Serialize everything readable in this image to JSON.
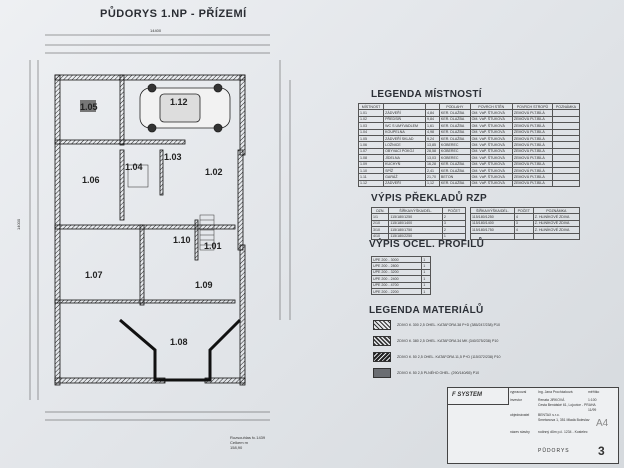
{
  "plan": {
    "title": "PŮDORYS 1.NP - PŘÍZEMÍ",
    "rooms": [
      {
        "id": "1.05"
      },
      {
        "id": "1.12"
      },
      {
        "id": "1.03"
      },
      {
        "id": "1.04"
      },
      {
        "id": "1.06"
      },
      {
        "id": "1.02"
      },
      {
        "id": "1.10"
      },
      {
        "id": "1.01"
      },
      {
        "id": "1.07"
      },
      {
        "id": "1.09"
      },
      {
        "id": "1.08"
      }
    ],
    "dims": {
      "top_overall": "14400",
      "left_overall": "14000"
    },
    "stamp_text": "Rozsouhlas fc.1439",
    "stamp_sub": "Celkem m",
    "stamp_num": "158,90"
  },
  "legend_rooms": {
    "heading": "LEGENDA MÍSTNOSTÍ",
    "columns": [
      "MÍSTNOST",
      "",
      "PODLAHY",
      "POVRCH STĚN",
      "POVRCH STROPŮ",
      "POZNÁMKA"
    ],
    "rows": [
      [
        "1.01",
        "ZÁDVEŘÍ",
        "4,84",
        "KER. DLAŽBA",
        "OM. VáP. ŠTUKOVÁ",
        "ZEMOVÁ PLT.BÍLÁ",
        ""
      ],
      [
        "1.02",
        "PŘEDSÍŇ",
        "9,84",
        "KER. DLAŽBA",
        "OM. VáP. ŠTUKOVÁ",
        "ZEMOVÁ PLT.BÍLÁ",
        ""
      ],
      [
        "1.03",
        "WC S UMÝVADLEM",
        "1,61",
        "KER. DLAŽBA",
        "OM. VáP. ŠTUKOVÁ",
        "ZEMOVÁ PLT.BÍLÁ",
        ""
      ],
      [
        "1.04",
        "KOUPELNA",
        "4,98",
        "KER. DLAŽBA",
        "OM. VáP. ŠTUKOVÁ",
        "ZEMOVÁ PLT.BÍLÁ",
        ""
      ],
      [
        "1.05",
        "ZÁDVEŘÍ SKLAD",
        "9,24",
        "KER. DLAŽBA",
        "OM. VáP. ŠTUKOVÁ",
        "ZEMOVÁ PLT.BÍLÁ",
        ""
      ],
      [
        "1.06",
        "LOŽNICE",
        "13,85",
        "KOBEREC",
        "OM. VáP. ŠTUKOVÁ",
        "ZEMOVÁ PLT.BÍLÁ",
        ""
      ],
      [
        "1.07",
        "OBÝVACÍ POKOJ",
        "28,58",
        "KOBEREC",
        "OM. VáP. ŠTUKOVÁ",
        "ZEMOVÁ PLT.BÍLÁ",
        ""
      ],
      [
        "1.08",
        "JÍDELNA",
        "13,03",
        "KOBEREC",
        "OM. VáP. ŠTUKOVÁ",
        "ZEMOVÁ PLT.BÍLÁ",
        ""
      ],
      [
        "1.09",
        "KUCHYŇ",
        "16,28",
        "KER. DLAŽBA",
        "OM. VáP. ŠTUKOVÁ",
        "ZEMOVÁ PLT.BÍLÁ",
        ""
      ],
      [
        "1.10",
        "SPÍŽ",
        "2,41",
        "KER. DLAŽBA",
        "OM. VáP. ŠTUKOVÁ",
        "ZEMOVÁ PLT.BÍLÁ",
        ""
      ],
      [
        "1.11",
        "GARÁŽ",
        "21,70",
        "BETON",
        "OM. VáP. ŠTUKOVÁ",
        "ZEMOVÁ PLT.BÍLÁ",
        ""
      ],
      [
        "1.12",
        "ZÁDVEŘÍ",
        "1,12",
        "KER. DLAŽBA",
        "OM. VáP. ŠTUKOVÁ",
        "ZEMOVÁ PLT.BÍLÁ",
        ""
      ]
    ]
  },
  "lintels": {
    "heading": "VÝPIS PŘEKLADŮ RZP",
    "left_cols": [
      "OZN.",
      "ŠÍŘKA/VÝŠKA/DÉL.",
      "POČET"
    ],
    "left_rows": [
      [
        "1/1",
        "115/180/1250",
        "2"
      ],
      [
        "2/10",
        "115/180/1400",
        "3"
      ],
      [
        "3/10",
        "115/180/1750",
        "2"
      ],
      [
        "4/10",
        "115/180/2250",
        "1"
      ]
    ],
    "right_cols": [
      "ŠÍŘKA/VÝŠKA/DÉL.",
      "POČET",
      "POZNÁMKA"
    ],
    "right_rows": [
      [
        "115/180/1250",
        "4",
        "Z. HLINÍKOVÉ ZDIVA"
      ],
      [
        "115/180/1400",
        "3",
        "Z. HLINÍKOVÉ ZDIVA"
      ],
      [
        "115/180/1750",
        "4",
        "Z. HLINÍKOVÉ ZDIVA"
      ],
      [
        "",
        "",
        ""
      ]
    ]
  },
  "steel": {
    "heading": "VÝPIS OCEL. PROFILŮ",
    "rows": [
      [
        "UPE 200 - 3000",
        "1"
      ],
      [
        "UPE 200 - 2800",
        "1"
      ],
      [
        "UPE 200 - 3200",
        "1"
      ],
      [
        "UPE 200 - 2400",
        "1"
      ],
      [
        "UPE 200 - 4700",
        "1"
      ],
      [
        "UPE 200 - 2200",
        "1"
      ]
    ]
  },
  "materials": {
    "heading": "LEGENDA MATERIÁLŮ",
    "items": [
      "ZDIVO tl. 300 2,5 OHEL. KATAFORA 38 P+D (385/247/238) P10",
      "ZDIVO tl. 380 2,5 OHEL. KATAFORA 34 MK (340/375/238) P10",
      "ZDIVO tl. 50 2,5 OHEL. KATAFORA 11,5 P+D (115/372/238) P10",
      "ZDIVO tl. 50 2,5 PLNÉHO OHEL. (290/140/65) P10"
    ]
  },
  "title_block": {
    "logo": "F SYSTEM",
    "project_label": "vypracoval",
    "designer": "Ing. Jana Procházková",
    "investor_label": "investor",
    "investor": "Renata JIRKOVÁ",
    "investor_addr": "Cesta Benátské 61, Lojovice - PRAHA",
    "place_label": "objednávatel",
    "place": "BENTAX s.r.o.",
    "addr2": "Smetanova 1, 351 Mladá Boleslav",
    "content_label": "název stavby",
    "content": "rodinný dům p.č. 1234 - Kostelec",
    "drawing": "PŮDORYS",
    "scale_label": "měřítko",
    "scale": "1:100",
    "format": "A4",
    "sheet_no": "3",
    "date": "11/99",
    "drawing_no": "3"
  }
}
